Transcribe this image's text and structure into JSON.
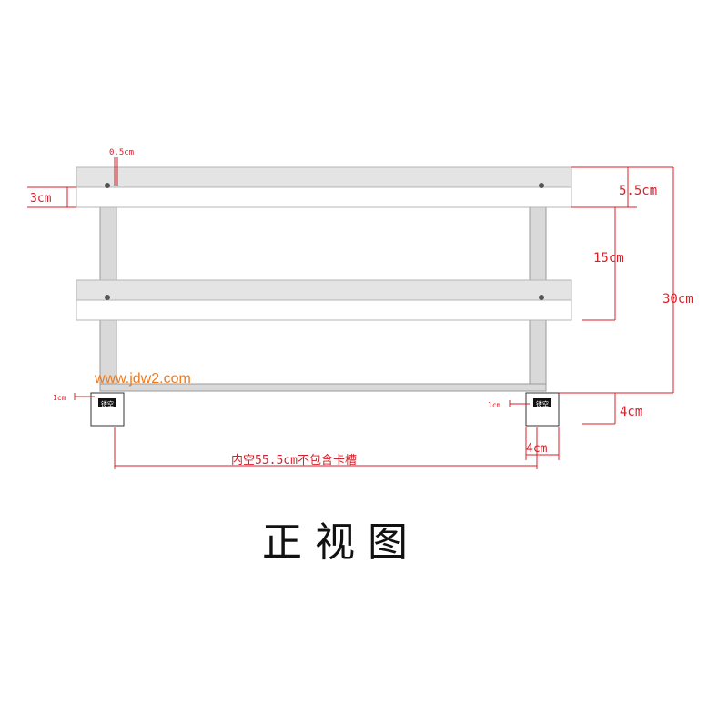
{
  "labels": {
    "hole_diameter": "0.5cm",
    "rail_height": "3cm",
    "top_offset": "5.5cm",
    "rail_gap": "15cm",
    "total_height": "30cm",
    "foot_height": "4cm",
    "foot_width": "4cm",
    "notch_left": "1cm",
    "notch_right": "1cm",
    "inner_width": "内空55.5cm不包含卡槽",
    "foot_tag_left": "镂空",
    "foot_tag_right": "镂空"
  },
  "watermark": "www.jdw2.com",
  "caption": "正视图",
  "colors": {
    "dimension": "#d8202a",
    "frame_fill": "#d9d9d9",
    "frame_stroke": "#9a9a9a",
    "rail_fill": "#ffffff",
    "watermark": "#f07a1c"
  }
}
